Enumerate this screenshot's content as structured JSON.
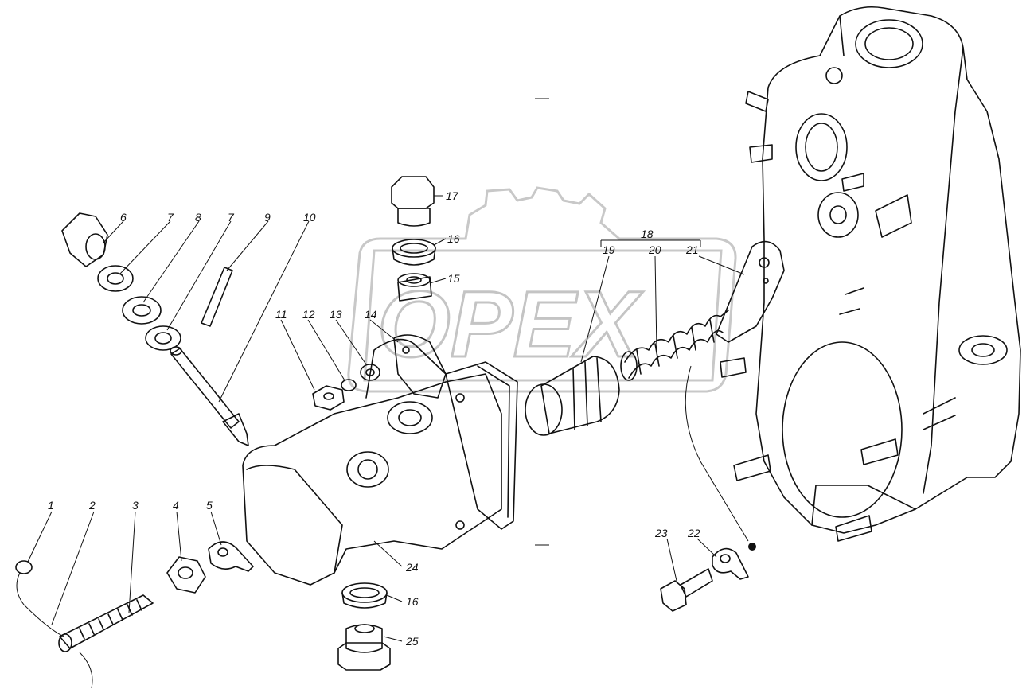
{
  "watermark": {
    "text": "ОРЕХ"
  },
  "callouts": {
    "c1": "1",
    "c2": "2",
    "c3": "3",
    "c4": "4",
    "c5": "5",
    "c6": "6",
    "c7a": "7",
    "c8": "8",
    "c7b": "7",
    "c9": "9",
    "c10": "10",
    "c11": "11",
    "c12": "12",
    "c13": "13",
    "c14": "14",
    "c15": "15",
    "c16a": "16",
    "c16b": "16",
    "c17": "17",
    "c18": "18",
    "c19": "19",
    "c20": "20",
    "c21": "21",
    "c22": "22",
    "c23": "23",
    "c24": "24",
    "c25": "25"
  },
  "colors": {
    "ink": "#111111",
    "paper": "#ffffff",
    "watermark": "#c8c8c8"
  }
}
